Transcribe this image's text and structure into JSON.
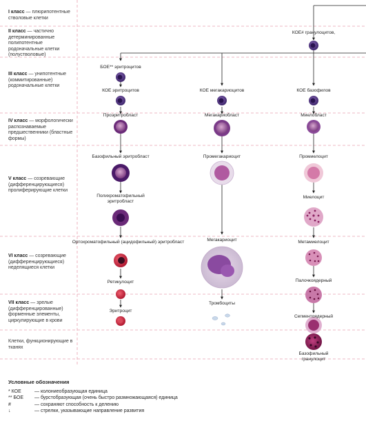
{
  "classes": [
    {
      "id": "I",
      "strong": "I класс",
      "rest": " — плюрипотентные стволовые клетки"
    },
    {
      "id": "II",
      "strong": "II класс",
      "rest": " — частично детерминированные полипотентные родоначальные клетки (полустволовые)"
    },
    {
      "id": "III",
      "strong": "III класс",
      "rest": " — унипотентные (коммитированные) родоначальные клетки"
    },
    {
      "id": "IV",
      "strong": "IV класс",
      "rest": " — морфологически распознаваемые предшественники (бластные формы)"
    },
    {
      "id": "V",
      "strong": "V класс",
      "rest": " — созревающие (дифференцирующиеся) пролиферирующие клетки"
    },
    {
      "id": "VI",
      "strong": "VI класс",
      "rest": " — созревающие (дифференцирующиеся) неделящиеся клетки"
    },
    {
      "id": "VII",
      "strong": "VII класс",
      "rest": " — зрелые (дифференцированные) форменные элементы, циркулирующие в крови"
    },
    {
      "id": "tissue",
      "strong": "",
      "rest": "Клетки, функционирующие в тканях"
    }
  ],
  "labels": {
    "koe_gran": "КОЕ# гранулоцитов,",
    "boe_ery": "БОЕ** эритроцитов",
    "koe_ery": "КОЕ эритроцитов",
    "koe_mega": "КОЕ мегакариоцитов",
    "koe_baso": "КОЕ базофилов",
    "proerythroblast": "Проэритробласт",
    "megakaryoblast": "Мегакариобласт",
    "myeloblast": "Миелобласт",
    "baso_erythroblast": "Базофильный эритробласт",
    "promegakaryocyte": "Промегакариоцит",
    "promyelocyte": "Промиелоцит",
    "poly_erythroblast": "Полихроматофильный эритробласт",
    "myelocyte": "Миелоцит",
    "ortho_erythroblast": "Ортохроматофильный (ацидофильный) эритробласт",
    "megakaryocyte": "Мегакариоцит",
    "metamyelocyte": "Метамиелоцит",
    "reticulocyte": "Ретикулоцит",
    "band": "Палочкоядерный",
    "thrombocytes": "Тромбоциты",
    "erythrocyte": "Эритроцит",
    "segmented": "Сегментоядерный",
    "basophil": "Базофильный гранулоцит"
  },
  "legend": {
    "title": "Условные обозначения",
    "items": [
      {
        "sym": "* КОЕ",
        "desc": "— колониеобразующая единица"
      },
      {
        "sym": "** БОЕ",
        "desc": "— бурстобразующая (очень быстро размножающаяся) единица"
      },
      {
        "sym": "#",
        "desc": "— сохраняют способность к делению"
      },
      {
        "sym": "↓",
        "desc": "— стрелки, указывающие направление развития"
      }
    ]
  },
  "colors": {
    "divider": "#e8a0b0",
    "stem": "#5a3a8a",
    "stem_inner": "#2a1450",
    "erythro": "#c83048",
    "megakaryo": "#d8b8d8",
    "baso_gran": "#8a2060",
    "promyelo": "#f0c8d8"
  }
}
